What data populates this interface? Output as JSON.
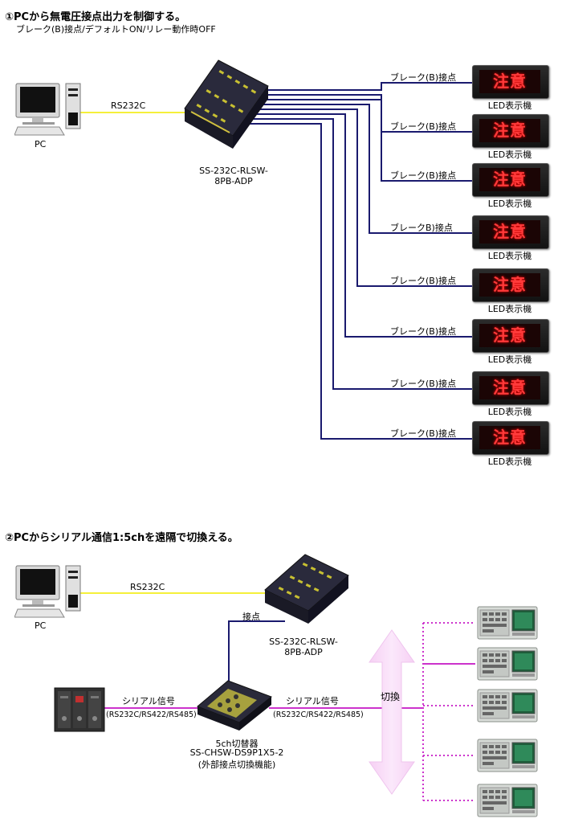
{
  "section1": {
    "title": "①PCから無電圧接点出力を制御する。",
    "subtitle": "ブレーク(B)接点/デフォルトON/リレー動作時OFF",
    "pc_label": "PC",
    "link_label": "RS232C",
    "device_label_line1": "SS-232C-RLSW-",
    "device_label_line2": "8PB-ADP",
    "outputs": [
      {
        "contact_label": "ブレーク(B)接点",
        "display_text": "注意",
        "display_label": "LED表示機"
      },
      {
        "contact_label": "ブレーク(B)接点",
        "display_text": "注意",
        "display_label": "LED表示機"
      },
      {
        "contact_label": "ブレーク(B)接点",
        "display_text": "注意",
        "display_label": "LED表示機"
      },
      {
        "contact_label": "ブレークB)接点",
        "display_text": "注意",
        "display_label": "LED表示機"
      },
      {
        "contact_label": "ブレーク(B)接点",
        "display_text": "注意",
        "display_label": "LED表示機"
      },
      {
        "contact_label": "ブレーク(B)接点",
        "display_text": "注意",
        "display_label": "LED表示機"
      },
      {
        "contact_label": "ブレーク(B)接点",
        "display_text": "注意",
        "display_label": "LED表示機"
      },
      {
        "contact_label": "ブレーク(B)接点",
        "display_text": "注意",
        "display_label": "LED表示機"
      }
    ]
  },
  "section2": {
    "title": "②PCからシリアル通信1:5chを遠隔で切換える。",
    "pc_label": "PC",
    "link_label": "RS232C",
    "contact_label": "接点",
    "relay_label_line1": "SS-232C-RLSW-",
    "relay_label_line2": "8PB-ADP",
    "serial_left_label": "シリアル信号",
    "serial_left_sub": "(RS232C/RS422/RS485)",
    "serial_right_label": "シリアル信号",
    "serial_right_sub": "(RS232C/RS422/RS485)",
    "switch_label": "切換",
    "switcher_line1": "5ch切替器",
    "switcher_line2": "SS-CHSW-DS9P1X5-2",
    "switcher_line3": "(外部接点切換機能)"
  },
  "colors": {
    "rs232c_line": "#f5f03a",
    "contact_line": "#1a1a6e",
    "serial_line": "#cc33cc",
    "led_text": "#ff3a3a"
  }
}
